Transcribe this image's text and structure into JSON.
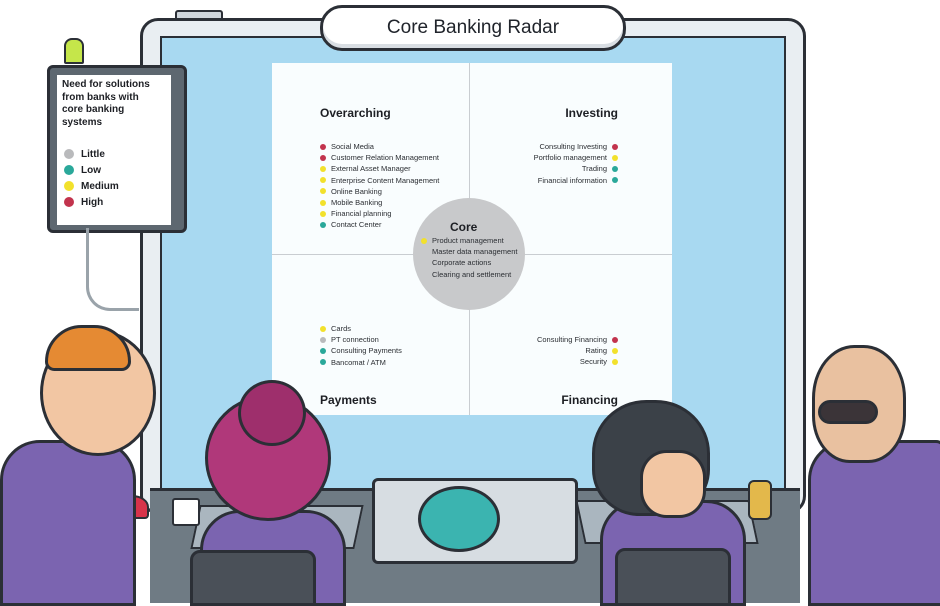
{
  "screen": {
    "title": "Core Banking Radar"
  },
  "colors": {
    "little": "#b9babc",
    "low": "#2aa89a",
    "medium": "#f2e12c",
    "high": "#c2334d"
  },
  "legend": {
    "heading": "Need for solutions from banks with core banking systems",
    "levels": [
      {
        "label": "Little",
        "color": "#b9babc"
      },
      {
        "label": "Low",
        "color": "#2aa89a"
      },
      {
        "label": "Medium",
        "color": "#f2e12c"
      },
      {
        "label": "High",
        "color": "#c2334d"
      }
    ]
  },
  "radar": {
    "overarching": {
      "title": "Overarching",
      "items": [
        {
          "label": "Social Media",
          "level": "high"
        },
        {
          "label": "Customer Relation Management",
          "level": "high"
        },
        {
          "label": "External Asset Manager",
          "level": "medium"
        },
        {
          "label": "Enterprise Content Management",
          "level": "medium"
        },
        {
          "label": "Online Banking",
          "level": "medium"
        },
        {
          "label": "Mobile Banking",
          "level": "medium"
        },
        {
          "label": "Financial planning",
          "level": "medium"
        },
        {
          "label": "Contact Center",
          "level": "low"
        }
      ]
    },
    "investing": {
      "title": "Investing",
      "items": [
        {
          "label": "Consulting Investing",
          "level": "high"
        },
        {
          "label": "Portfolio management",
          "level": "medium"
        },
        {
          "label": "Trading",
          "level": "low"
        },
        {
          "label": "Financial information",
          "level": "low"
        }
      ]
    },
    "core": {
      "title": "Core",
      "items": [
        {
          "label": "Product management",
          "level": "medium"
        },
        {
          "label": "Master data management",
          "level": ""
        },
        {
          "label": "Corporate actions",
          "level": ""
        },
        {
          "label": "Clearing and settlement",
          "level": ""
        }
      ]
    },
    "payments": {
      "title": "Payments",
      "items": [
        {
          "label": "Cards",
          "level": "medium"
        },
        {
          "label": "PT connection",
          "level": "little"
        },
        {
          "label": "Consulting Payments",
          "level": "low"
        },
        {
          "label": "Bancomat / ATM",
          "level": "low"
        }
      ]
    },
    "financing": {
      "title": "Financing",
      "items": [
        {
          "label": "Consulting Financing",
          "level": "high"
        },
        {
          "label": "Rating",
          "level": "medium"
        },
        {
          "label": "Security",
          "level": "medium"
        }
      ]
    }
  }
}
